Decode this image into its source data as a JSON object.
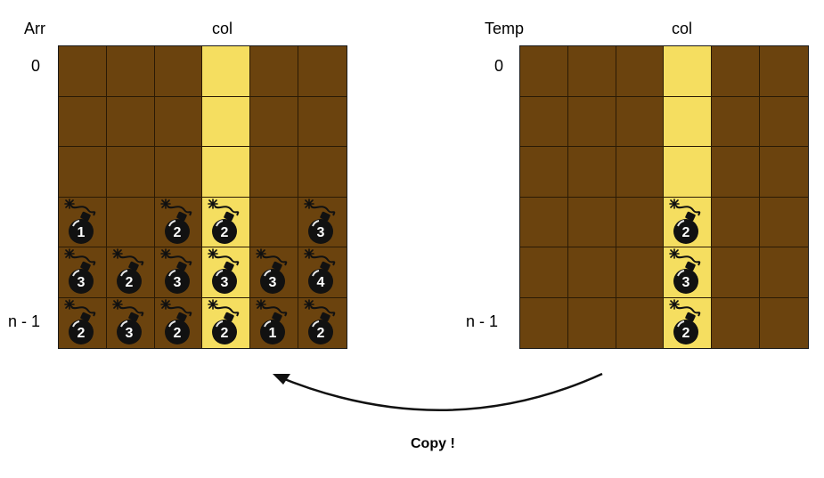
{
  "left_panel": {
    "title": "Arr",
    "col_label": "col",
    "row_top_label": "0",
    "row_bottom_label": "n - 1"
  },
  "right_panel": {
    "title": "Temp",
    "col_label": "col",
    "row_top_label": "0",
    "row_bottom_label": "n - 1"
  },
  "arrow_label": "Copy !",
  "colors": {
    "cell": "#6b430e",
    "highlight": "#f5de60",
    "bomb": "#111111"
  },
  "highlight_col": 3,
  "arr_grid": [
    [
      null,
      null,
      null,
      null,
      null,
      null
    ],
    [
      null,
      null,
      null,
      null,
      null,
      null
    ],
    [
      null,
      null,
      null,
      null,
      null,
      null
    ],
    [
      "1",
      null,
      "2",
      "2",
      null,
      "3"
    ],
    [
      "3",
      "2",
      "3",
      "3",
      "3",
      "4"
    ],
    [
      "2",
      "3",
      "2",
      "2",
      "1",
      "2"
    ]
  ],
  "temp_grid": [
    [
      null,
      null,
      null,
      null,
      null,
      null
    ],
    [
      null,
      null,
      null,
      null,
      null,
      null
    ],
    [
      null,
      null,
      null,
      null,
      null,
      null
    ],
    [
      null,
      null,
      null,
      "2",
      null,
      null
    ],
    [
      null,
      null,
      null,
      "3",
      null,
      null
    ],
    [
      null,
      null,
      null,
      "2",
      null,
      null
    ]
  ]
}
